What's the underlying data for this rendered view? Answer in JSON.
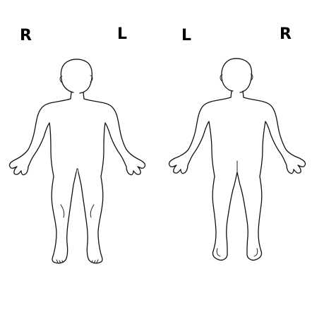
{
  "labels": {
    "front_right": "R",
    "front_left": "L",
    "back_left": "L",
    "back_right": "R"
  },
  "colors": {
    "background": "#ffffff",
    "stroke": "#111111",
    "text": "#000000"
  }
}
